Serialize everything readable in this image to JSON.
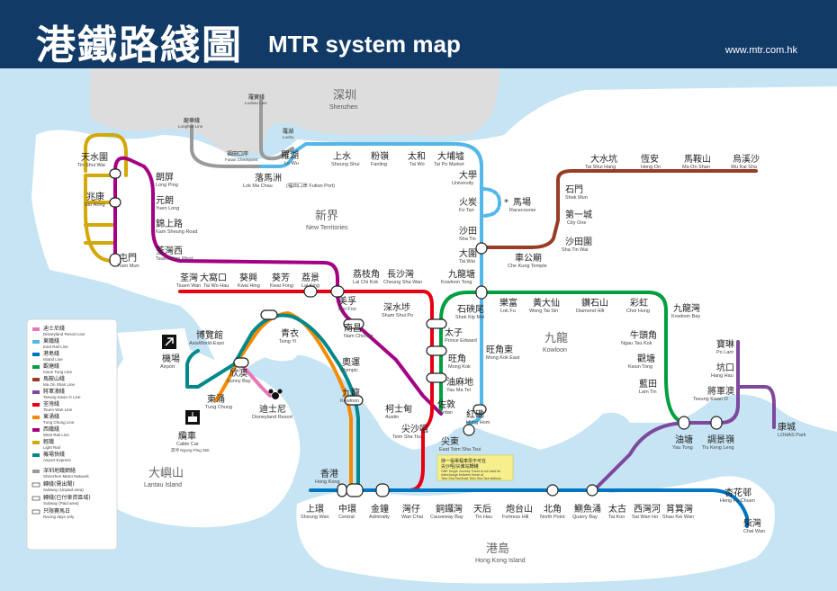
{
  "header": {
    "title_zh": "港鐵路綫圖",
    "title_en": "MTR system map",
    "url": "www.mtr.com.hk"
  },
  "areas": [
    {
      "id": "shenzhen",
      "zh": "深圳",
      "en": "Shenzhen"
    },
    {
      "id": "newterritories",
      "zh": "新界",
      "en": "New Territories"
    },
    {
      "id": "kowloon",
      "zh": "九龍",
      "en": "Kowloon"
    },
    {
      "id": "lantau",
      "zh": "大嶼山",
      "en": "Lantau Island"
    },
    {
      "id": "hkisland",
      "zh": "港島",
      "en": "Hong Kong Island"
    }
  ],
  "stations": [
    {
      "id": "tinshuiwai",
      "zh": "天水圍",
      "en": "Tin Shui Wai"
    },
    {
      "id": "siuhong",
      "zh": "兆康",
      "en": "Siu Hong"
    },
    {
      "id": "tuenmun",
      "zh": "屯門",
      "en": "Tuen Mun"
    },
    {
      "id": "longping",
      "zh": "朗屏",
      "en": "Long Ping"
    },
    {
      "id": "yuenlong",
      "zh": "元朗",
      "en": "Yuen Long"
    },
    {
      "id": "kamsheungroad",
      "zh": "錦上路",
      "en": "Kam Sheung Road"
    },
    {
      "id": "tsuenwanwest",
      "zh": "荃灣西",
      "en": "Tsuen Wan West"
    },
    {
      "id": "lowu",
      "zh": "羅湖",
      "en": "Lo Wu"
    },
    {
      "id": "lokmachau",
      "zh": "落馬洲",
      "en": "Lok Ma Chau"
    },
    {
      "id": "sheungshui",
      "zh": "上水",
      "en": "Sheung Shui"
    },
    {
      "id": "fanling",
      "zh": "粉嶺",
      "en": "Fanling"
    },
    {
      "id": "taiwo",
      "zh": "太和",
      "en": "Tai Wo"
    },
    {
      "id": "taipomarket",
      "zh": "大埔墟",
      "en": "Tai Po Market"
    },
    {
      "id": "university",
      "zh": "大學",
      "en": "University"
    },
    {
      "id": "fotan",
      "zh": "火炭",
      "en": "Fo Tan"
    },
    {
      "id": "racecourse",
      "zh": "馬場",
      "en": "Racecourse"
    },
    {
      "id": "shatin",
      "zh": "沙田",
      "en": "Sha Tin"
    },
    {
      "id": "taiwai",
      "zh": "大圍",
      "en": "Tai Wai"
    },
    {
      "id": "chekungtemple",
      "zh": "車公廟",
      "en": "Che Kung Temple"
    },
    {
      "id": "shatinwai",
      "zh": "沙田圍",
      "en": "Sha Tin Wai"
    },
    {
      "id": "citydone",
      "zh": "第一城",
      "en": "City One"
    },
    {
      "id": "shekmun",
      "zh": "石門",
      "en": "Shek Mun"
    },
    {
      "id": "taishuihang",
      "zh": "大水坑",
      "en": "Tai Shui Hang"
    },
    {
      "id": "hengon",
      "zh": "恆安",
      "en": "Heng On"
    },
    {
      "id": "maonshan",
      "zh": "馬鞍山",
      "en": "Ma On Shan"
    },
    {
      "id": "wukaisha",
      "zh": "烏溪沙",
      "en": "Wu Kai Sha"
    },
    {
      "id": "tsuenwan",
      "zh": "荃灣",
      "en": "Tsuen Wan"
    },
    {
      "id": "taiwohau",
      "zh": "大窩口",
      "en": "Tai Wo Hau"
    },
    {
      "id": "kwaihing",
      "zh": "葵興",
      "en": "Kwai Hing"
    },
    {
      "id": "kwaifong",
      "zh": "葵芳",
      "en": "Kwai Fong"
    },
    {
      "id": "laiking",
      "zh": "荔景",
      "en": "Lai King"
    },
    {
      "id": "meifoo",
      "zh": "美孚",
      "en": "Mei Foo"
    },
    {
      "id": "laichikok",
      "zh": "荔枝角",
      "en": "Lai Chi Kok"
    },
    {
      "id": "cheungshawan",
      "zh": "長沙灣",
      "en": "Cheung Sha Wan"
    },
    {
      "id": "shamshuipo",
      "zh": "深水埗",
      "en": "Sham Shui Po"
    },
    {
      "id": "kowloontong",
      "zh": "九龍塘",
      "en": "Kowloon Tong"
    },
    {
      "id": "shekkipmei",
      "zh": "石硤尾",
      "en": "Shek Kip Mei"
    },
    {
      "id": "princeedward",
      "zh": "太子",
      "en": "Prince Edward"
    },
    {
      "id": "mongkok",
      "zh": "旺角",
      "en": "Mong Kok"
    },
    {
      "id": "mongkokeast",
      "zh": "旺角東",
      "en": "Mong Kok East"
    },
    {
      "id": "yaumatei",
      "zh": "油麻地",
      "en": "Yau Ma Tei"
    },
    {
      "id": "jordan",
      "zh": "佐敦",
      "en": "Jordan"
    },
    {
      "id": "tsimshatsui",
      "zh": "尖沙咀",
      "en": "Tsim Sha Tsui"
    },
    {
      "id": "easttst",
      "zh": "尖東",
      "en": "East Tsim Sha Tsui"
    },
    {
      "id": "hunghom",
      "zh": "紅磡",
      "en": "Hung Hom"
    },
    {
      "id": "austin",
      "zh": "柯士甸",
      "en": "Austin"
    },
    {
      "id": "namcheong",
      "zh": "南昌",
      "en": "Nam Cheong"
    },
    {
      "id": "olympic",
      "zh": "奧運",
      "en": "Olympic"
    },
    {
      "id": "kowloon",
      "zh": "九龍",
      "en": "Kowloon"
    },
    {
      "id": "tsingyi",
      "zh": "青衣",
      "en": "Tsing Yi"
    },
    {
      "id": "sunnybay",
      "zh": "欣澳",
      "en": "Sunny Bay"
    },
    {
      "id": "disneyland",
      "zh": "迪士尼",
      "en": "Disneyland Resort"
    },
    {
      "id": "asiaworldexpo",
      "zh": "博覽館",
      "en": "AsiaWorld-Expo"
    },
    {
      "id": "airport",
      "zh": "機場",
      "en": "Airport"
    },
    {
      "id": "tungchung",
      "zh": "東涌",
      "en": "Tung Chung"
    },
    {
      "id": "cablecar",
      "zh": "纜車",
      "en": "Cable Car"
    },
    {
      "id": "lokfu",
      "zh": "樂富",
      "en": "Lok Fu"
    },
    {
      "id": "wongtaisin",
      "zh": "黃大仙",
      "en": "Wong Tai Sin"
    },
    {
      "id": "diamondhill",
      "zh": "鑽石山",
      "en": "Diamond Hill"
    },
    {
      "id": "choihung",
      "zh": "彩虹",
      "en": "Choi Hung"
    },
    {
      "id": "kowloonbay",
      "zh": "九龍灣",
      "en": "Kowloon Bay"
    },
    {
      "id": "ngautaukok",
      "zh": "牛頭角",
      "en": "Ngau Tau Kok"
    },
    {
      "id": "kwuntong",
      "zh": "觀塘",
      "en": "Kwun Tong"
    },
    {
      "id": "lamtin",
      "zh": "藍田",
      "en": "Lam Tin"
    },
    {
      "id": "yautong",
      "zh": "油塘",
      "en": "Yau Tong"
    },
    {
      "id": "tiukengleng",
      "zh": "調景嶺",
      "en": "Tiu Keng Leng"
    },
    {
      "id": "tseungkwano",
      "zh": "將軍澳",
      "en": "Tseung Kwan O"
    },
    {
      "id": "hanghau",
      "zh": "坑口",
      "en": "Hang Hau"
    },
    {
      "id": "polam",
      "zh": "寶琳",
      "en": "Po Lam"
    },
    {
      "id": "lohaspark",
      "zh": "康城",
      "en": "LOHAS Park"
    },
    {
      "id": "hongkong",
      "zh": "香港",
      "en": "Hong Kong"
    },
    {
      "id": "sheungwan",
      "zh": "上環",
      "en": "Sheung Wan"
    },
    {
      "id": "central",
      "zh": "中環",
      "en": "Central"
    },
    {
      "id": "admiralty",
      "zh": "金鐘",
      "en": "Admiralty"
    },
    {
      "id": "wanchai",
      "zh": "灣仔",
      "en": "Wan Chai"
    },
    {
      "id": "causewaybay",
      "zh": "銅鑼灣",
      "en": "Causeway Bay"
    },
    {
      "id": "tinhau",
      "zh": "天后",
      "en": "Tin Hau"
    },
    {
      "id": "fortresshill",
      "zh": "炮台山",
      "en": "Fortress Hill"
    },
    {
      "id": "northpoint",
      "zh": "北角",
      "en": "North Point"
    },
    {
      "id": "quarrybay",
      "zh": "鰂魚涌",
      "en": "Quarry Bay"
    },
    {
      "id": "taikoo",
      "zh": "太古",
      "en": "Tai Koo"
    },
    {
      "id": "saiwanho",
      "zh": "西灣河",
      "en": "Sai Wan Ho"
    },
    {
      "id": "shaukeiwan",
      "zh": "筲箕灣",
      "en": "Shau Kei Wan"
    },
    {
      "id": "hengfachuen",
      "zh": "杏花邨",
      "en": "Heng Fa Chuen"
    },
    {
      "id": "chaiwan",
      "zh": "柴灣",
      "en": "Chai Wan"
    }
  ],
  "small_labels": {
    "lokmachau_sub": "(福田口岸 Futian Port)",
    "ngongping": "昂坪 Ngong Ping 360",
    "futian_zh": "福田口岸",
    "futian_en": "Futian Checkpoint",
    "luohu_zh": "羅湖",
    "luohu_en": "Luohu",
    "longhua_zh": "龍華綫",
    "longhua_en": "Longhua Line",
    "luobao_zh": "羅寶綫",
    "luobao_en": "Luobao Line",
    "note_line1": "持一張單程車票不可在",
    "note_line2": "尖沙咀/尖東站轉綫",
    "note_line3": "ONE Single Journey Ticket is not valid for",
    "note_line4": "interchange between these at",
    "note_line5": "Tsim Sha Tsui/East Tsim Sha Tsui stations"
  },
  "legend": {
    "lines": [
      {
        "zh": "迪士尼綫",
        "en": "Disneyland Resort Line",
        "color": "#e777b6"
      },
      {
        "zh": "東鐵綫",
        "en": "East Rail Line",
        "color": "#53b7e8"
      },
      {
        "zh": "港島綫",
        "en": "Island Line",
        "color": "#0075c2"
      },
      {
        "zh": "觀塘綫",
        "en": "Kwun Tong Line",
        "color": "#00a040"
      },
      {
        "zh": "馬鞍山綫",
        "en": "Ma On Shan Line",
        "color": "#9a3b26"
      },
      {
        "zh": "將軍澳綫",
        "en": "Tseung Kwan O Line",
        "color": "#7d499d"
      },
      {
        "zh": "荃灣綫",
        "en": "Tsuen Wan Line",
        "color": "#e60012"
      },
      {
        "zh": "東涌綫",
        "en": "Tung Chung Line",
        "color": "#f38b00"
      },
      {
        "zh": "西鐵綫",
        "en": "West Rail Line",
        "color": "#a40084"
      },
      {
        "zh": "輕鐵",
        "en": "Light Rail",
        "color": "#d3a809"
      },
      {
        "zh": "機場快綫",
        "en": "Airport Express",
        "color": "#00888a"
      }
    ],
    "others": [
      {
        "zh": "深圳地鐵網絡",
        "en": "Shenzhen Metro Network"
      },
      {
        "zh": "轉綫(需出閘)",
        "en": "Subway (Unpaid area)"
      },
      {
        "zh": "轉綫(已付車資區域)",
        "en": "Subway (Paid area)"
      },
      {
        "zh": "只限賽馬日",
        "en": "Racing days only"
      }
    ]
  }
}
